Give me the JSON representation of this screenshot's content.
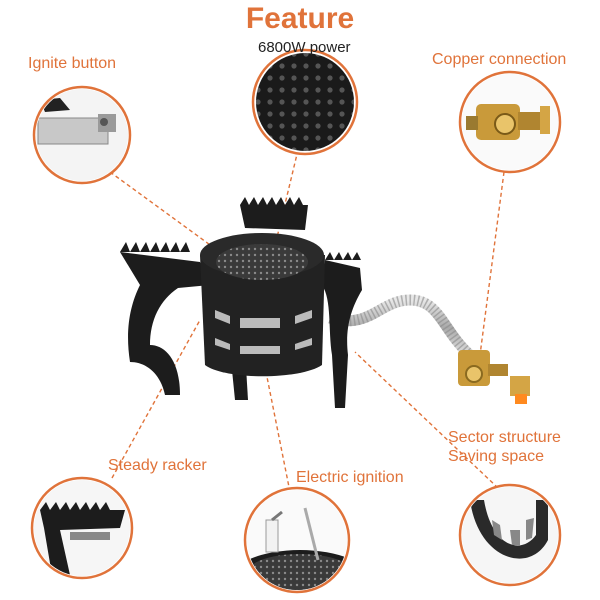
{
  "title": "Feature",
  "labels": {
    "power": "6800W power",
    "ignite_button": "Ignite button",
    "copper_connection": "Copper connection",
    "steady_racker": "Steady racker",
    "electric_ignition": "Electric ignition",
    "sector_line1": "Sector structure",
    "sector_line2": "Saving space"
  },
  "colors": {
    "accent": "#e0733a",
    "text_dark": "#222222",
    "stove_black": "#1c1c1c",
    "brass": "#c99a3a"
  }
}
